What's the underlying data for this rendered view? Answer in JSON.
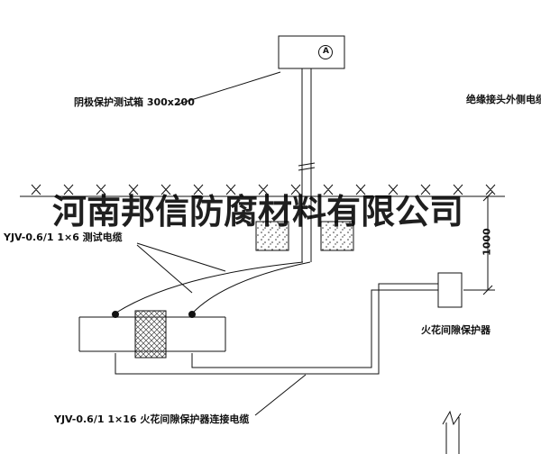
{
  "watermark": {
    "text": "河南邦信防腐材料有限公司"
  },
  "labels": {
    "test_box": "阴极保护测试箱 300x200",
    "insulated_joint_cable": "绝缘接头外侧电缆",
    "test_cable": "YJV-0.6/1 1×6  测试电缆",
    "spark_gap_protector": "火花间隙保护器",
    "protector_cable": "YJV-0.6/1 1×16  火花间隙保护器连接电缆",
    "ammeter": "A",
    "dimension": "1000"
  },
  "colors": {
    "line": "#111111",
    "background": "#ffffff"
  }
}
